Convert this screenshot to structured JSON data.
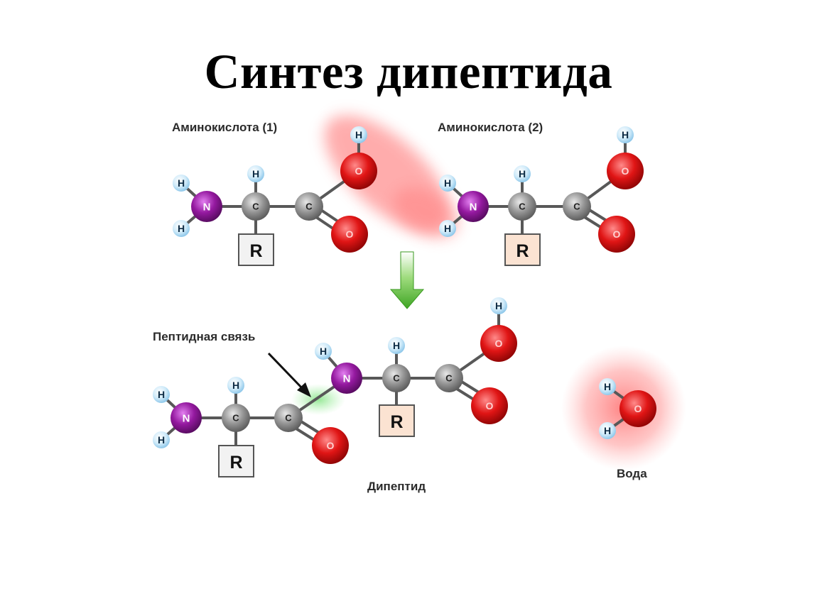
{
  "title": "Синтез дипептида",
  "labels": {
    "aa1": "Аминокислота (1)",
    "aa2": "Аминокислота (2)",
    "peptide_bond": "Пептидная связь",
    "dipeptide": "Дипептид",
    "water": "Вода"
  },
  "atoms": {
    "H": "H",
    "N": "N",
    "C": "C",
    "O": "O",
    "R": "R"
  },
  "colors": {
    "hydrogen": "#bfe3f7",
    "nitrogen": "#8a1a9a",
    "carbon": "#8c8c8c",
    "oxygen": "#dd1111",
    "arrow": "#4caf30",
    "highlight_red": "#ff6666",
    "highlight_green": "#77e077",
    "r_box_amino1": "#f2f2f2",
    "r_box_amino2": "#fbe3d2"
  }
}
